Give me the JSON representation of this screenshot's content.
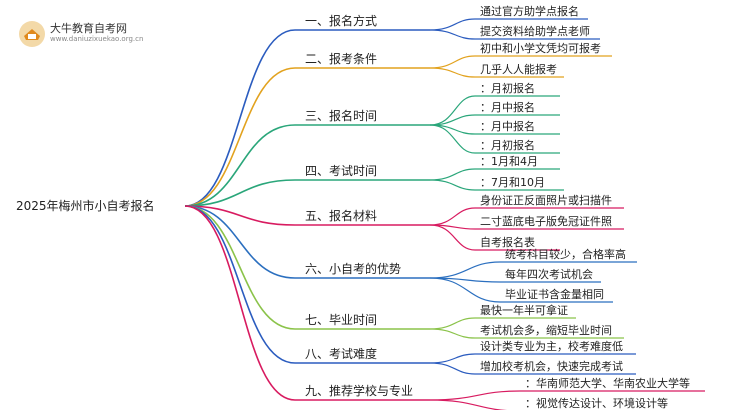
{
  "logo": {
    "name": "大牛教育自考网",
    "url": "www.daniuzixuekao.org.cn"
  },
  "colors": {
    "root_edge": "#555555",
    "branch_colors": [
      "#2b5cbf",
      "#e2a21e",
      "#2aa67a",
      "#2aa67a",
      "#d81b60",
      "#2b6fbf",
      "#8bc34a",
      "#2b5cbf",
      "#d81b60",
      "#2b6fbf"
    ]
  },
  "root": "2025年梅州市小自考报名",
  "branches": [
    {
      "label": "一、报名方式",
      "leaves": [
        "通过官方助学点报名",
        "提交资料给助学点老师"
      ]
    },
    {
      "label": "二、报考条件",
      "leaves": [
        "初中和小学文凭均可报考",
        "几乎人人能报考"
      ]
    },
    {
      "label": "三、报名时间",
      "leaves": [
        "：月初报名",
        "：月中报名",
        "：月中报名",
        "：月初报名"
      ]
    },
    {
      "label": "四、考试时间",
      "leaves": [
        "：1月和4月",
        "：7月和10月"
      ]
    },
    {
      "label": "五、报名材料",
      "leaves": [
        "身份证正反面照片或扫描件",
        "二寸蓝底电子版免冠证件照",
        "自考报名表"
      ]
    },
    {
      "label": "六、小自考的优势",
      "leaves": [
        "统考科目较少，合格率高",
        "每年四次考试机会",
        "毕业证书含金量相同"
      ]
    },
    {
      "label": "七、毕业时间",
      "leaves": [
        "最快一年半可拿证",
        "考试机会多，缩短毕业时间"
      ]
    },
    {
      "label": "八、考试难度",
      "leaves": [
        "设计类专业为主，校考难度低",
        "增加校考机会，快速完成考试"
      ]
    },
    {
      "label": "九、推荐学校与专业",
      "leaves": [
        "：华南师范大学、华南农业大学等",
        "：视觉传达设计、环境设计等"
      ]
    }
  ]
}
